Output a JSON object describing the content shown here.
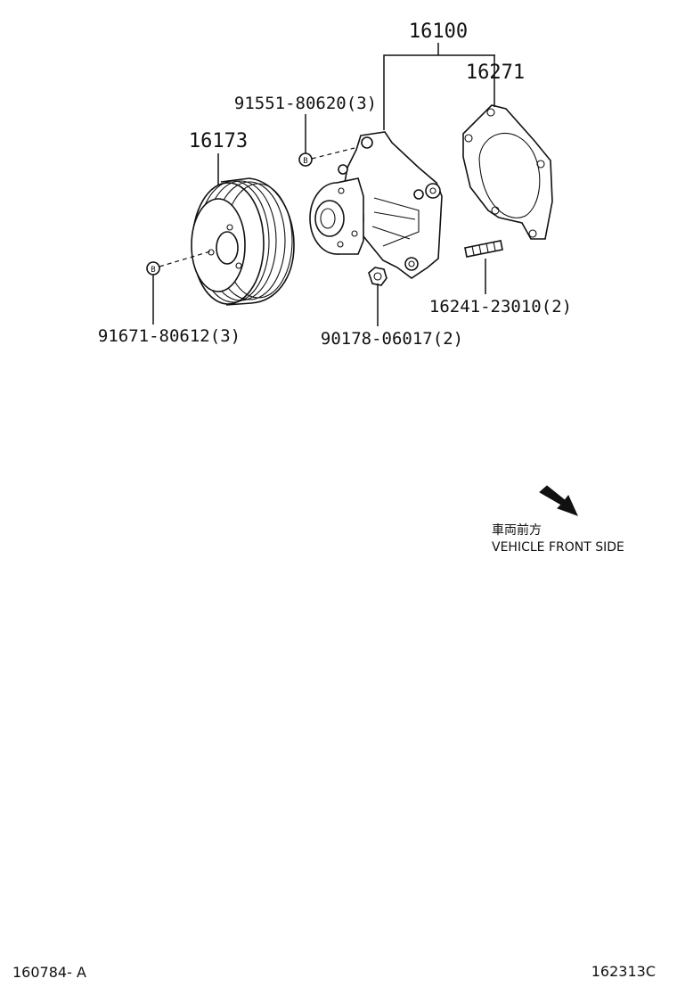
{
  "parts": {
    "water_pump_assy": "16100",
    "gasket": "16271",
    "pulley": "16173",
    "bolt_pump": "91551-80620(3)",
    "bolt_pulley": "91671-80612(3)",
    "stud": "16241-23010(2)",
    "nut": "90178-06017(2)"
  },
  "markers": {
    "bolt_symbol": "B"
  },
  "direction": {
    "label_jp": "車両前方",
    "label_en": "VEHICLE FRONT SIDE"
  },
  "footer": {
    "left_code": "160784- A",
    "right_code": "162313C"
  }
}
